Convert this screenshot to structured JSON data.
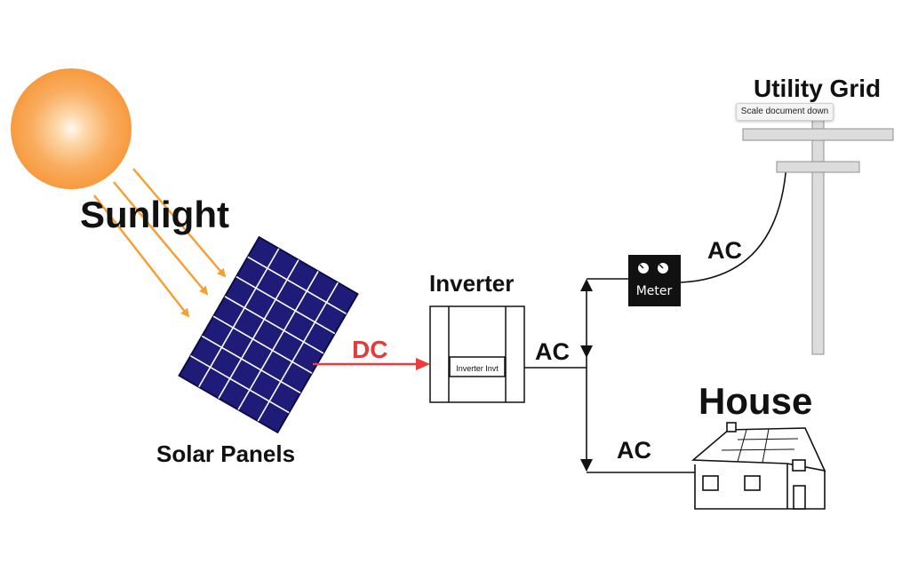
{
  "labels": {
    "sunlight": "Sunlight",
    "solar_panels": "Solar Panels",
    "dc": "DC",
    "inverter": "Inverter",
    "inverter_box": "Inverter Invt",
    "ac_inverter": "AC",
    "meter": "Meter",
    "ac_grid": "AC",
    "utility_grid": "Utility Grid",
    "house": "House",
    "ac_house": "AC"
  },
  "tooltip": "Scale document down",
  "colors": {
    "sun": "#f9a24b",
    "sun_center": "#fff6ea",
    "rays": "#f5a033",
    "panel": "#1f1b78",
    "dc_arrow": "#ee3b3b",
    "dc_text": "#e23b3b",
    "lines": "#111111",
    "meter_body": "#111111",
    "pole": "#dcdcdc"
  },
  "icons": {
    "sun": "sun-icon",
    "panel": "solar-panel-icon",
    "inverter": "inverter-icon",
    "meter": "meter-icon",
    "pole": "utility-pole-icon",
    "house": "house-icon"
  }
}
